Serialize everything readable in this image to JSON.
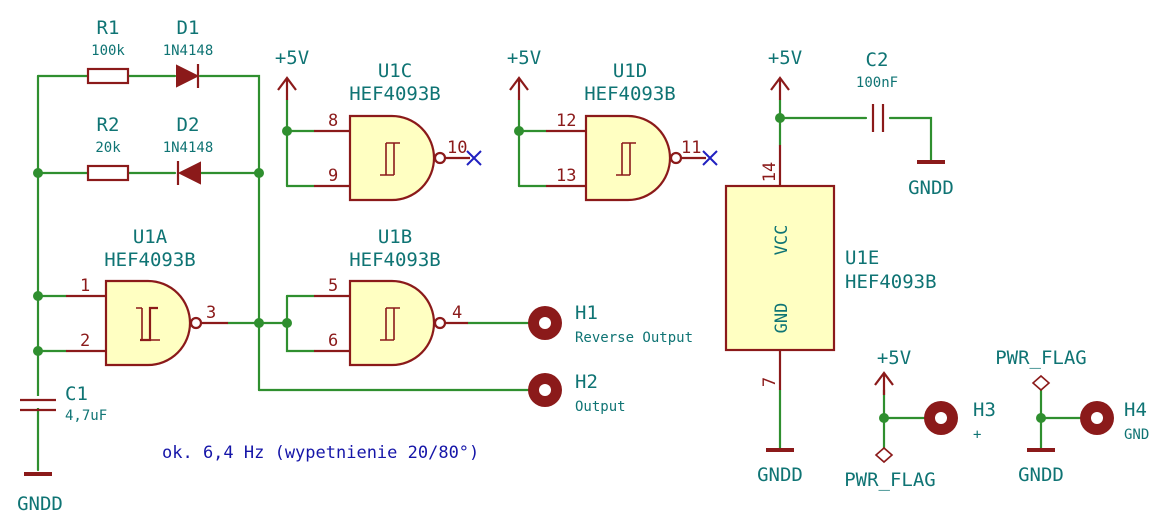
{
  "components": {
    "r1": {
      "ref": "R1",
      "value": "100k"
    },
    "r2": {
      "ref": "R2",
      "value": "20k"
    },
    "d1": {
      "ref": "D1",
      "value": "1N4148"
    },
    "d2": {
      "ref": "D2",
      "value": "1N4148"
    },
    "c1": {
      "ref": "C1",
      "value": "4,7uF"
    },
    "c2": {
      "ref": "C2",
      "value": "100nF"
    },
    "u1a": {
      "ref": "U1A",
      "value": "HEF4093B",
      "pins": [
        "1",
        "2",
        "3"
      ]
    },
    "u1b": {
      "ref": "U1B",
      "value": "HEF4093B",
      "pins": [
        "5",
        "6",
        "4"
      ]
    },
    "u1c": {
      "ref": "U1C",
      "value": "HEF4093B",
      "pins": [
        "8",
        "9",
        "10"
      ]
    },
    "u1d": {
      "ref": "U1D",
      "value": "HEF4093B",
      "pins": [
        "12",
        "13",
        "11"
      ]
    },
    "u1e": {
      "ref": "U1E",
      "value": "HEF4093B",
      "vcc": "VCC",
      "gnd": "GND",
      "pin_vcc": "14",
      "pin_gnd": "7"
    },
    "h1": {
      "ref": "H1",
      "desc": "Reverse Output"
    },
    "h2": {
      "ref": "H2",
      "desc": "Output"
    },
    "h3": {
      "ref": "H3",
      "desc": "+"
    },
    "h4": {
      "ref": "H4",
      "desc": "GND"
    }
  },
  "power": {
    "p5v": "+5V",
    "gnd": "GNDD",
    "flag": "PWR_FLAG"
  },
  "note": "ok. 6,4 Hz (wypetnienie 20/80°)",
  "colors": {
    "wire": "#2f8f2f",
    "symbol": "#8b1a1a",
    "symbol_fill": "#ffffc2",
    "text": "#0f7474",
    "note": "#1515a8"
  }
}
